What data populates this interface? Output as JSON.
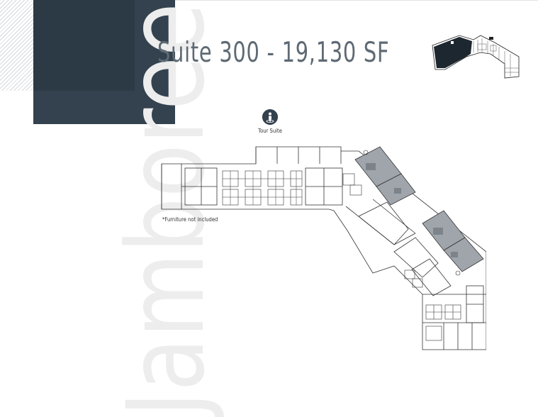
{
  "header": {
    "title": "Suite 300 - 19,130 SF"
  },
  "brand": {
    "watermark": "Jamboree",
    "navy": "#34424f",
    "navy_dark": "#2c3a46",
    "highlight": "#9fa5ab"
  },
  "tour": {
    "label": "Tour Suite",
    "icon": "tour-suite-icon"
  },
  "floorplan": {
    "note": "*Furniture not included"
  },
  "keymap": {
    "icon": "building-keymap"
  }
}
